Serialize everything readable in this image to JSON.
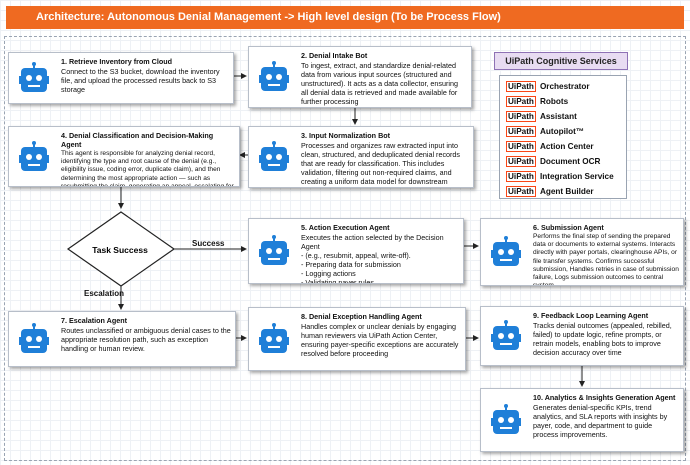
{
  "title": "Architecture: Autonomous Denial Management -> High level design (To be Process Flow)",
  "services": {
    "title": "UiPath Cognitive Services",
    "logo_text": "UiPath",
    "items": [
      "Orchestrator",
      "Robots",
      "Assistant",
      "Autopilot™",
      "Action Center",
      "Document OCR",
      "Integration Service",
      "Agent Builder"
    ]
  },
  "cards": {
    "c1": {
      "title": "1. Retrieve Inventory from Cloud",
      "body": "Connect to the S3 bucket, download the inventory file, and upload the processed results back to S3 storage"
    },
    "c2": {
      "title": "2. Denial Intake Bot",
      "body": "To ingest, extract, and standardize denial-related data from various input sources (structured and unstructured). It acts as a data collector, ensuring all denial data is retrieved and made available for further processing"
    },
    "c3": {
      "title": "3. Input Normalization Bot",
      "body": "Processes and organizes raw extracted input into clean, structured, and deduplicated denial records that are ready for classification. This includes validation, filtering out non-required claims, and creating a uniform data model for downstream agents"
    },
    "c4": {
      "title": "4. Denial Classification and Decision-Making Agent",
      "body": "This agent is responsible for analyzing denial record, identifying the type and root cause of the denial (e.g., eligibility issue, coding error, duplicate claim), and then determining the most appropriate action — such as resubmitting the claim, generating an appeal, escalating for manual review, or writing it off"
    },
    "c5": {
      "title": "5. Action Execution Agent",
      "body": "Executes the action selected by the Decision Agent\n- (e.g., resubmit, appeal, write-off).\n- Preparing data for submission\n- Logging actions\n- Validating payer rules\n- Coordinating multiple systems"
    },
    "c6": {
      "title": "6. Submission Agent",
      "body": "Performs the final step of sending the prepared data or documents to external systems. Interacts directly with payer portals, clearinghouse APIs, or file transfer systems. Confirms successful submission, Handles retries in case of submission failure, Logs submission outcomes to central system"
    },
    "c7": {
      "title": "7. Escalation Agent",
      "body": "Routes unclassified or ambiguous denial cases to the appropriate resolution path, such as exception handling or human review."
    },
    "c8": {
      "title": "8. Denial Exception Handling Agent",
      "body": "Handles complex or unclear denials by engaging human reviewers via UiPath Action Center, ensuring payer-specific exceptions are accurately resolved before proceeding"
    },
    "c9": {
      "title": "9. Feedback Loop Learning Agent",
      "body": "Tracks denial outcomes (appealed, rebilled, failed) to update logic, refine prompts, or retrain models, enabling bots to improve decision accuracy over time"
    },
    "c10": {
      "title": "10. Analytics & Insights Generation Agent",
      "body": "Generates denial-specific KPIs, trend analytics, and SLA reports with insights by payer, code, and department to guide process improvements."
    }
  },
  "decision": {
    "label": "Task Success",
    "yes_label": "Success",
    "no_label": "Escalation"
  },
  "colors": {
    "title_bar": "#ef6a21",
    "robot": "#1f7fd8",
    "services_fill": "#e8dcf2",
    "uipath_accent": "#fa4616"
  }
}
